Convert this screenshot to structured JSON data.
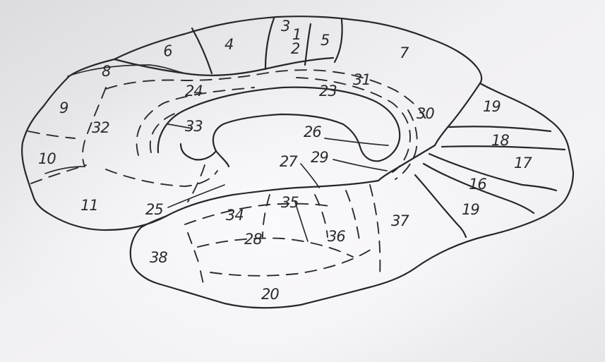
{
  "areas": [
    {
      "id": "area-6",
      "label": "6"
    },
    {
      "id": "area-4",
      "label": "4"
    },
    {
      "id": "area-3",
      "label": "3"
    },
    {
      "id": "area-1",
      "label": "1"
    },
    {
      "id": "area-2",
      "label": "2"
    },
    {
      "id": "area-5",
      "label": "5"
    },
    {
      "id": "area-7",
      "label": "7"
    },
    {
      "id": "area-8",
      "label": "8"
    },
    {
      "id": "area-9",
      "label": "9"
    },
    {
      "id": "area-24",
      "label": "24"
    },
    {
      "id": "area-31",
      "label": "31"
    },
    {
      "id": "area-23",
      "label": "23"
    },
    {
      "id": "area-19-upper",
      "label": "19"
    },
    {
      "id": "area-32",
      "label": "32"
    },
    {
      "id": "area-33",
      "label": "33"
    },
    {
      "id": "area-26",
      "label": "26"
    },
    {
      "id": "area-30",
      "label": "30"
    },
    {
      "id": "area-18",
      "label": "18"
    },
    {
      "id": "area-10",
      "label": "10"
    },
    {
      "id": "area-27",
      "label": "27"
    },
    {
      "id": "area-29",
      "label": "29"
    },
    {
      "id": "area-17",
      "label": "17"
    },
    {
      "id": "area-16",
      "label": "16"
    },
    {
      "id": "area-11",
      "label": "11"
    },
    {
      "id": "area-25",
      "label": "25"
    },
    {
      "id": "area-35",
      "label": "35"
    },
    {
      "id": "area-19-lower",
      "label": "19"
    },
    {
      "id": "area-34",
      "label": "34"
    },
    {
      "id": "area-37",
      "label": "37"
    },
    {
      "id": "area-28",
      "label": "28"
    },
    {
      "id": "area-36",
      "label": "36"
    },
    {
      "id": "area-38",
      "label": "38"
    },
    {
      "id": "area-20",
      "label": "20"
    }
  ]
}
